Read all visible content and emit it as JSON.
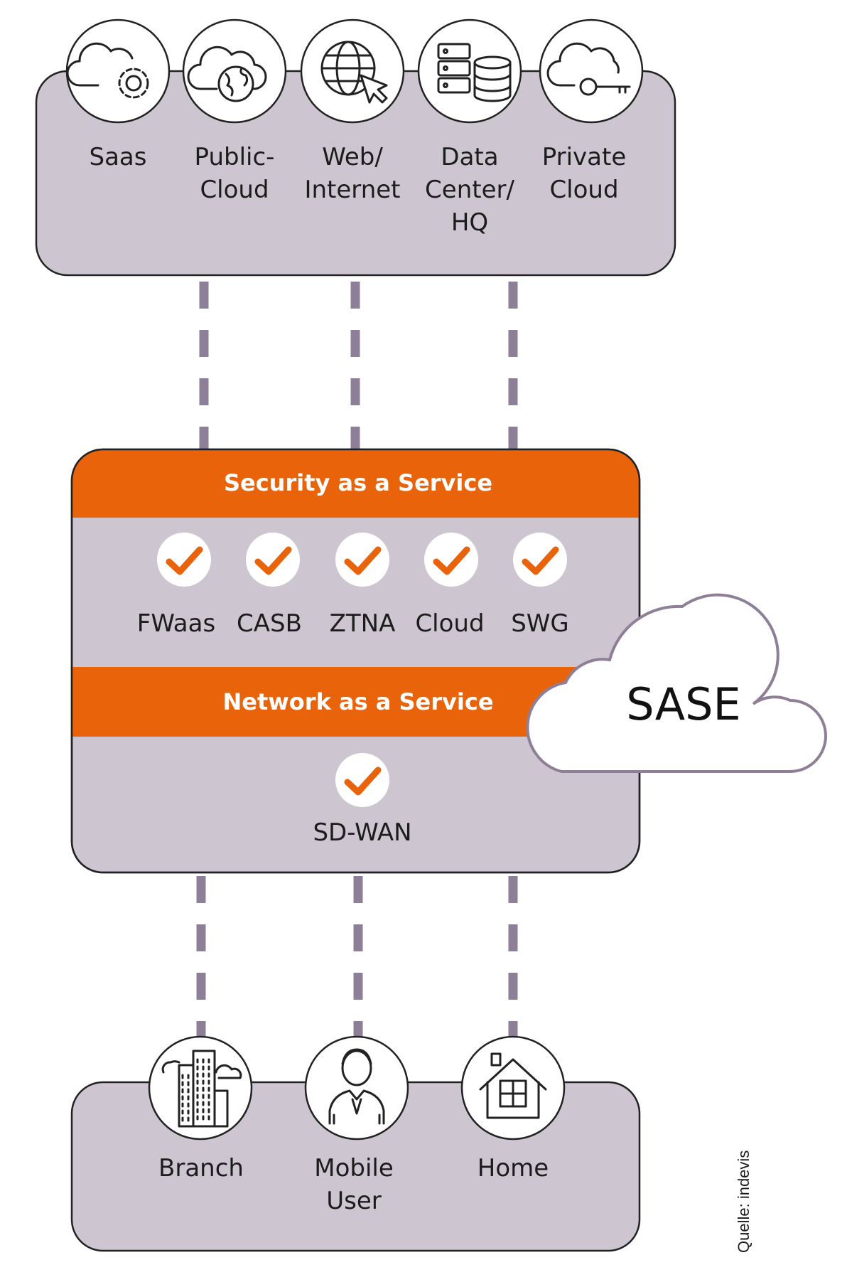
{
  "top_group": {
    "items": [
      {
        "label_lines": [
          "Saas"
        ],
        "icon": "cloud-gear-icon"
      },
      {
        "label_lines": [
          "Public-",
          "Cloud"
        ],
        "icon": "cloud-globe-icon"
      },
      {
        "label_lines": [
          "Web/",
          "Internet"
        ],
        "icon": "globe-cursor-icon"
      },
      {
        "label_lines": [
          "Data",
          "Center/",
          "HQ"
        ],
        "icon": "server-database-icon"
      },
      {
        "label_lines": [
          "Private",
          "Cloud"
        ],
        "icon": "cloud-key-icon"
      }
    ]
  },
  "sase_box": {
    "security_header": "Security as a Service",
    "security_items": [
      "FWaas",
      "CASB",
      "ZTNA",
      "Cloud",
      "SWG"
    ],
    "network_header": "Network as a Service",
    "network_items": [
      "SD-WAN"
    ]
  },
  "sase_cloud": {
    "label": "SASE"
  },
  "bottom_group": {
    "items": [
      {
        "label_lines": [
          "Branch"
        ],
        "icon": "office-buildings-icon"
      },
      {
        "label_lines": [
          "Mobile",
          "User"
        ],
        "icon": "business-person-icon"
      },
      {
        "label_lines": [
          "Home"
        ],
        "icon": "house-icon"
      }
    ]
  },
  "source_note": "Quelle: indevis",
  "colors": {
    "accent_orange": "#e8630a",
    "panel_lilac": "#cdc6d1",
    "connector": "#8e7f98"
  }
}
